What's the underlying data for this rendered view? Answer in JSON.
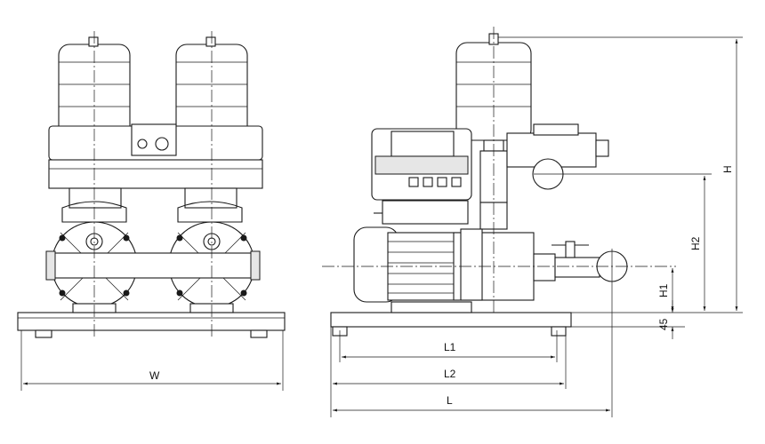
{
  "drawing": {
    "colors": {
      "line": "#1a1a1a",
      "background": "#ffffff"
    },
    "dimensions": {
      "width": "W",
      "length": "L",
      "length_1": "L1",
      "length_2": "L2",
      "height": "H",
      "height_1": "H1",
      "height_2": "H2",
      "base_height": "45"
    }
  }
}
